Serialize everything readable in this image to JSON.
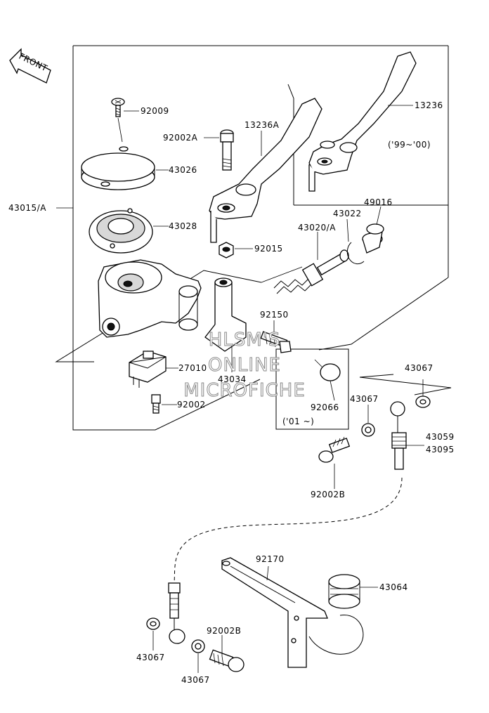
{
  "front_badge": "FRONT",
  "watermark": [
    "HLSM'S",
    "ONLINE",
    "MICROFICHE"
  ],
  "labels": {
    "p92009": "92009",
    "p92002A": "92002A",
    "p13236A": "13236A",
    "p13236": "13236",
    "p43026": "43026",
    "p43015A": "43015/A",
    "p43028": "43028",
    "p92015": "92015",
    "p43020A": "43020/A",
    "p43022": "43022",
    "p49016": "49016",
    "p92150": "92150",
    "p27010": "27010",
    "p43034": "43034",
    "p92002": "92002",
    "p92066": "92066",
    "p43067_a": "43067",
    "p43067_b": "43067",
    "p43059": "43059",
    "p43095": "43095",
    "p92002B_a": "92002B",
    "p92170": "92170",
    "p43064": "43064",
    "p43067_c": "43067",
    "p92002B_b": "92002B",
    "p43067_d": "43067"
  },
  "notes": {
    "years_99_00": "('99~'00)",
    "years_01": "('01 ~)"
  },
  "colors": {
    "line": "#000000",
    "background": "#ffffff",
    "watermark": "#8a8a8a"
  }
}
